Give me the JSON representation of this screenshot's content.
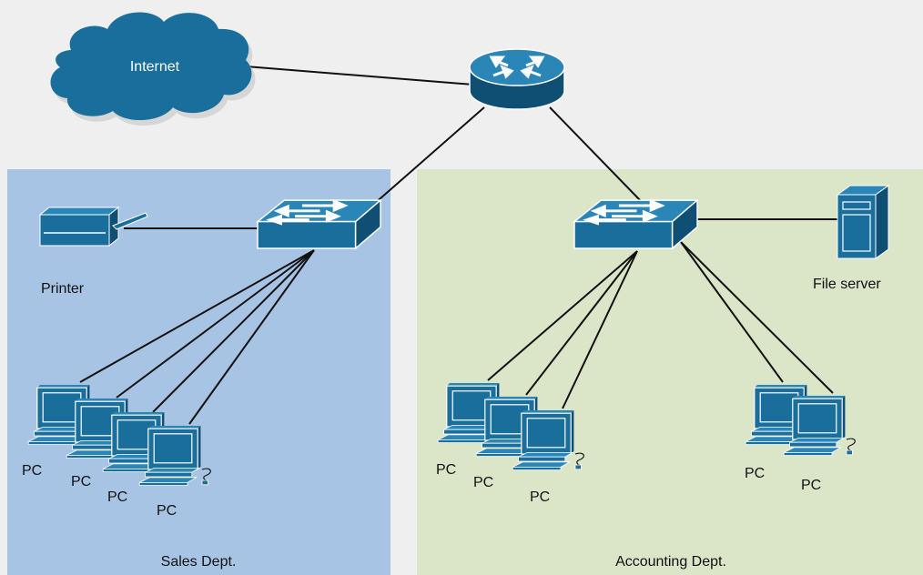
{
  "nodes": {
    "internet": "Internet",
    "printer": "Printer",
    "file_server": "File server",
    "pc": "PC"
  },
  "zones": {
    "sales": "Sales Dept.",
    "accounting": "Accounting Dept."
  },
  "colors": {
    "background": "#efefef",
    "sales_zone": "#a8c4e4",
    "accounting_zone": "#dbe5c8",
    "device_blue": "#1a6e9c",
    "device_dark": "#0f4f73",
    "wire": "#111111"
  },
  "icons": [
    "cloud-icon",
    "router-icon",
    "switch-icon",
    "printer-icon",
    "server-icon",
    "pc-icon"
  ]
}
